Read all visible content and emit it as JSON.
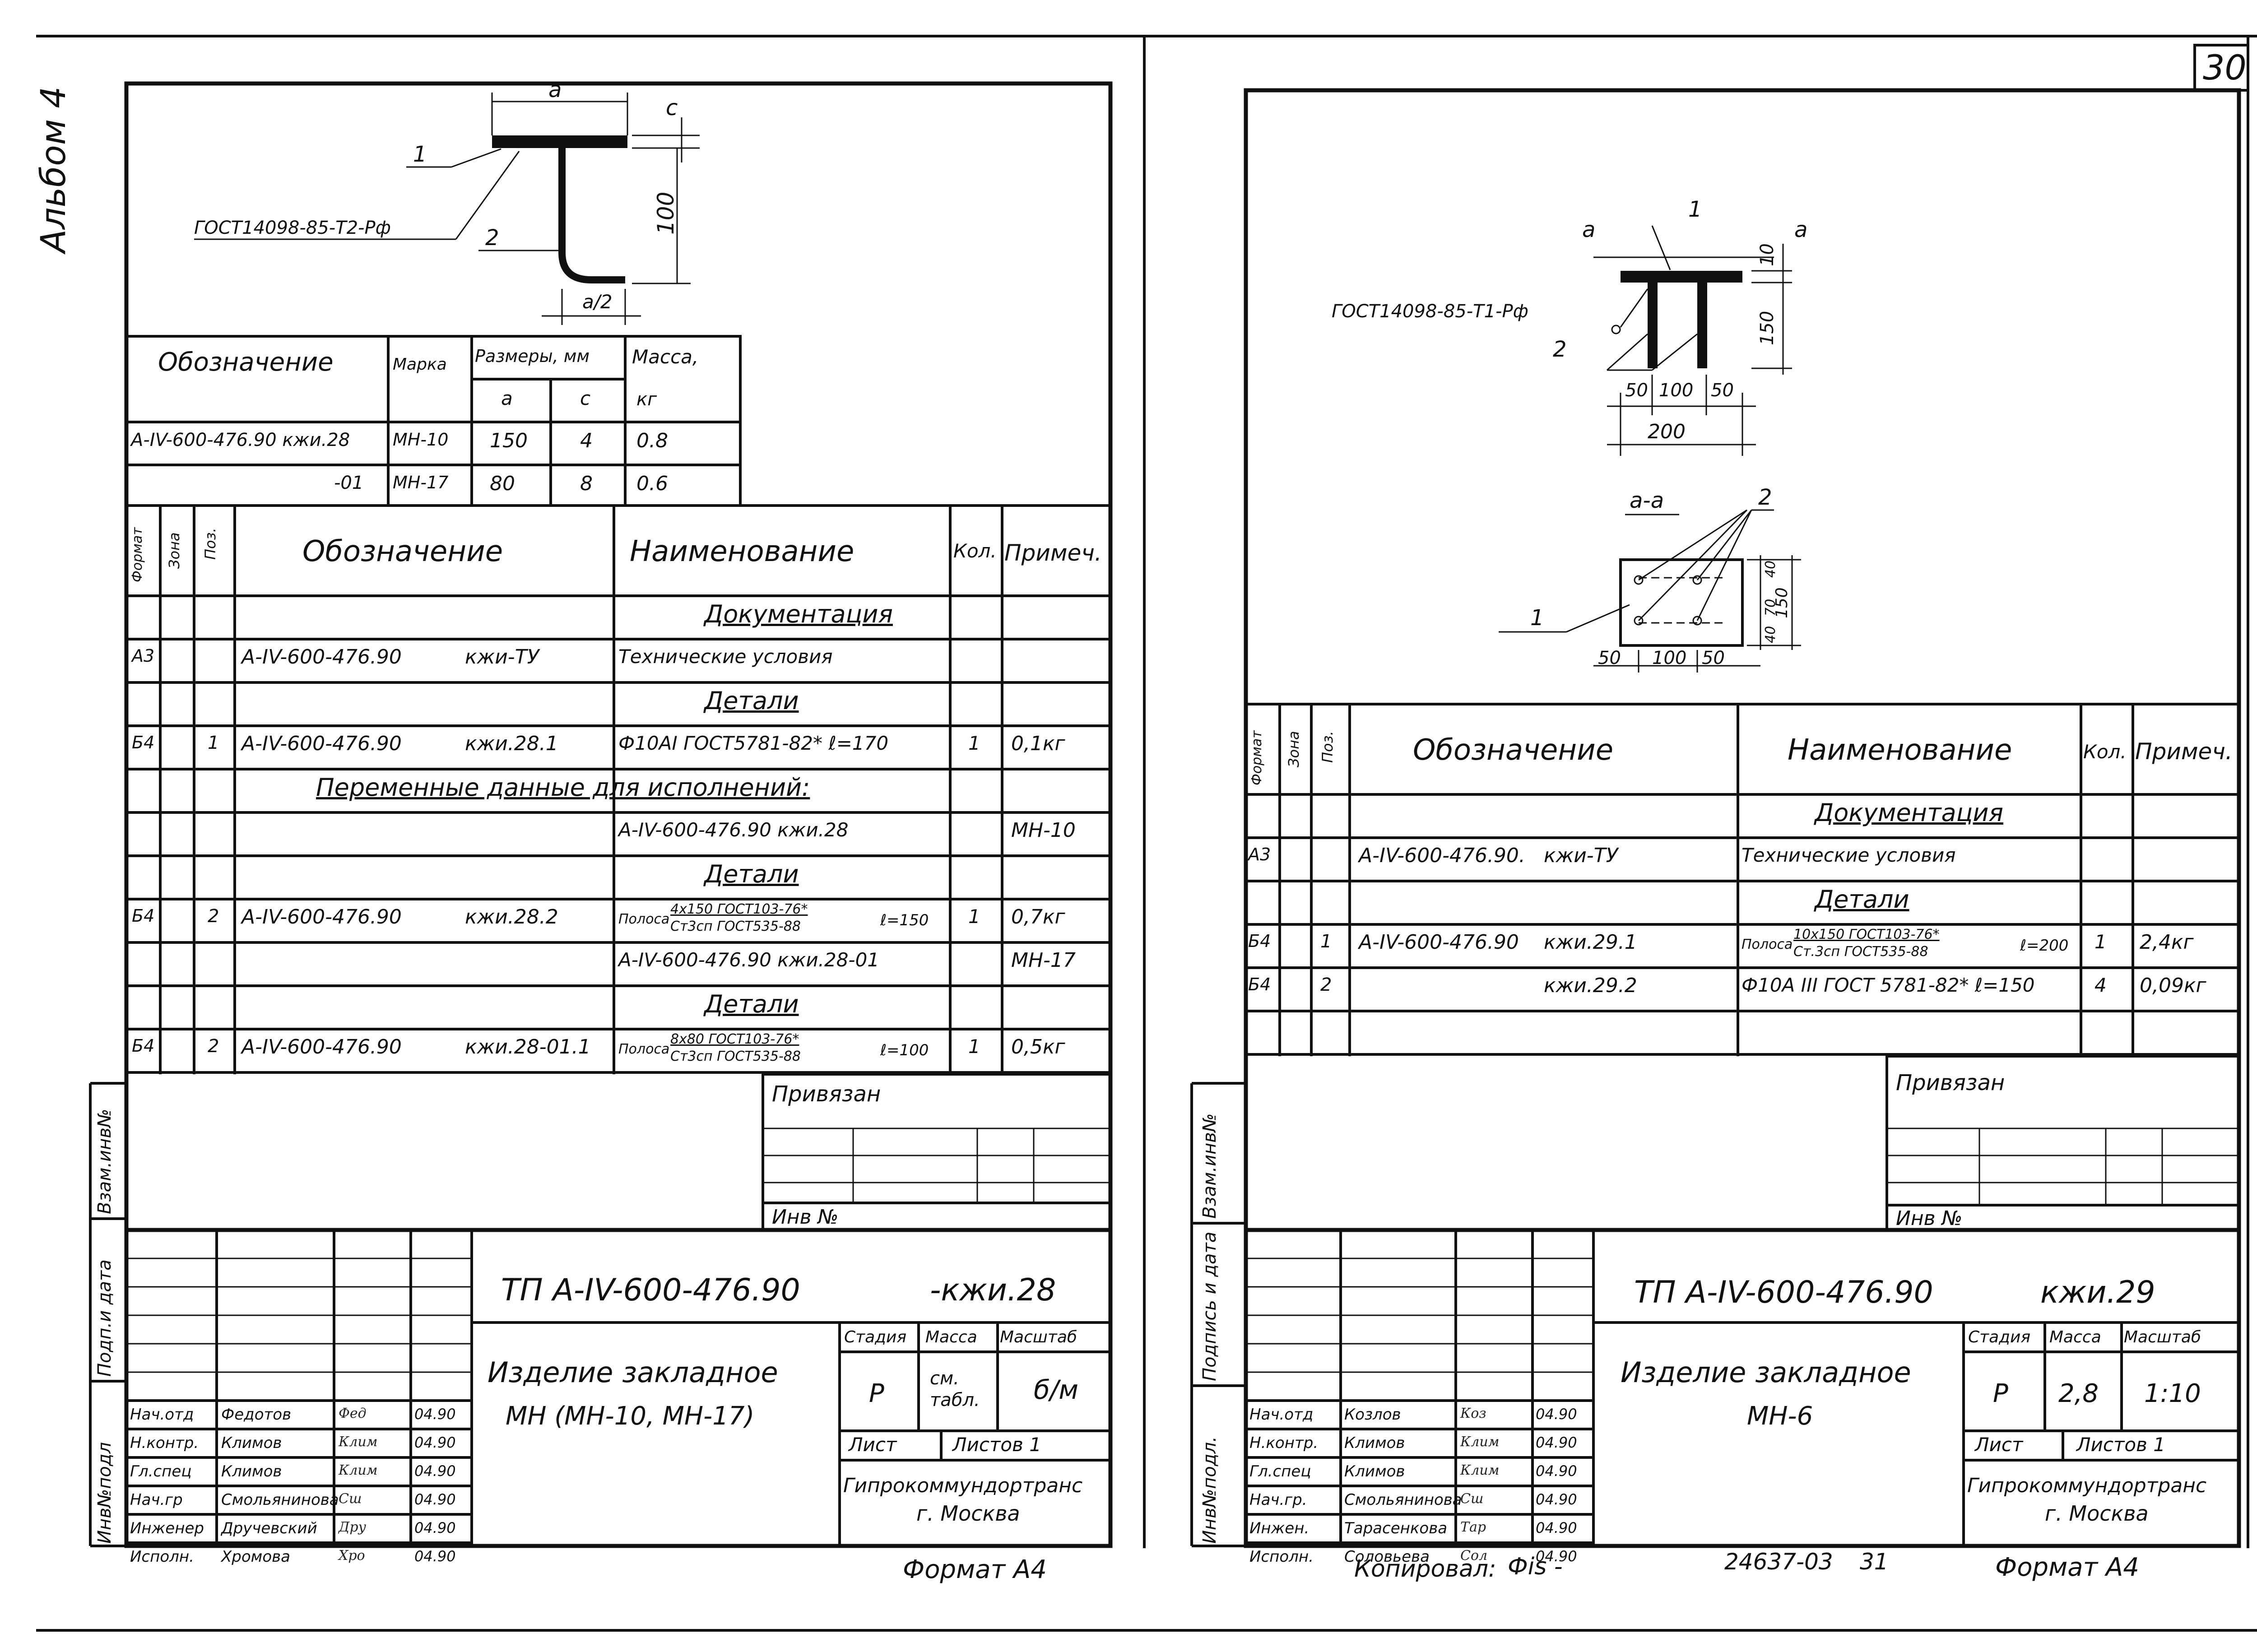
{
  "page_number": "30",
  "footer": {
    "kopiroval": "Копировал:",
    "kopiroval_sig": "Фis -",
    "serial": "24637-03",
    "serial_page": "31"
  },
  "left": {
    "album": "Альбом 4",
    "side_labels": [
      "Инв№подл",
      "Подп.и дата",
      "Взам.инв№"
    ],
    "drawing": {
      "dim_a": "a",
      "dim_c": "c",
      "dim_100": "100",
      "dim_a2": "a/2",
      "pos_1": "1",
      "pos_2": "2",
      "gost_weld": "ГОСТ14098-85-Т2-Рф"
    },
    "variant_table": {
      "h_oboz": "Обозначение",
      "h_marka": "Марка",
      "h_razmery": "Размеры, мм",
      "h_massa": "Масса,",
      "h_a": "a",
      "h_c": "c",
      "h_kg": "кг",
      "rows": [
        {
          "oboz": "А-IV-600-476.90 кжи.28",
          "marka": "МН-10",
          "a": "150",
          "c": "4",
          "massa": "0.8"
        },
        {
          "oboz": "-01",
          "marka": "МН-17",
          "a": "80",
          "c": "8",
          "massa": "0.6"
        }
      ]
    },
    "spec": {
      "h_format": "Формат",
      "h_zona": "Зона",
      "h_poz": "Поз.",
      "h_oboz": "Обозначение",
      "h_naim": "Наименование",
      "h_kol": "Кол.",
      "h_prim": "Примеч.",
      "rows": [
        {
          "f": "",
          "z": "",
          "p": "",
          "oboz": "",
          "oboz2": "",
          "naim": "Документация",
          "naim_u": true,
          "kol": "",
          "prim": ""
        },
        {
          "f": "А3",
          "z": "",
          "p": "",
          "oboz": "А-IV-600-476.90",
          "oboz2": "кжи-ТУ",
          "naim": "Технические условия",
          "kol": "",
          "prim": ""
        },
        {
          "f": "",
          "z": "",
          "p": "",
          "oboz": "",
          "oboz2": "",
          "naim": "Детали",
          "naim_u": true,
          "kol": "",
          "prim": ""
        },
        {
          "f": "Б4",
          "z": "",
          "p": "1",
          "oboz": "А-IV-600-476.90",
          "oboz2": "кжи.28.1",
          "naim": "Ф10АI ГОСТ5781-82* ℓ=170",
          "kol": "1",
          "prim": "0,1кг"
        },
        {
          "f": "",
          "z": "",
          "p": "",
          "oboz": "",
          "oboz2": "",
          "wide": "Переменные данные для исполнений:",
          "kol": "",
          "prim": ""
        },
        {
          "f": "",
          "z": "",
          "p": "",
          "oboz": "",
          "oboz2": "",
          "naim": "А-IV-600-476.90 кжи.28",
          "kol": "",
          "prim": "МН-10"
        },
        {
          "f": "",
          "z": "",
          "p": "",
          "oboz": "",
          "oboz2": "",
          "naim": "Детали",
          "naim_u": true,
          "kol": "",
          "prim": ""
        },
        {
          "f": "Б4",
          "z": "",
          "p": "2",
          "oboz": "А-IV-600-476.90",
          "oboz2": "кжи.28.2",
          "naim_pre": "Полоса",
          "naim_top": "4х150 ГОСТ103-76*",
          "naim_bot": "Ст3сп ГОСТ535-88",
          "naim_post": "ℓ=150",
          "kol": "1",
          "prim": "0,7кг"
        },
        {
          "f": "",
          "z": "",
          "p": "",
          "oboz": "",
          "oboz2": "",
          "naim": "А-IV-600-476.90 кжи.28-01",
          "kol": "",
          "prim": "МН-17"
        },
        {
          "f": "",
          "z": "",
          "p": "",
          "oboz": "",
          "oboz2": "",
          "naim": "Детали",
          "naim_u": true,
          "kol": "",
          "prim": ""
        },
        {
          "f": "Б4",
          "z": "",
          "p": "2",
          "oboz": "А-IV-600-476.90",
          "oboz2": "кжи.28-01.1",
          "naim_pre": "Полоса",
          "naim_top": "8х80 ГОСТ103-76*",
          "naim_bot": "Ст3сп ГОСТ535-88",
          "naim_post": "ℓ=100",
          "kol": "1",
          "prim": "0,5кг"
        }
      ]
    },
    "privyazan": "Привязан",
    "inv_no": "Инв №",
    "title_block": {
      "code": "ТП  А-IV-600-476.90",
      "sheet_code": "-кжи.28",
      "name1": "Изделие закладное",
      "name2": "МН (МН-10,  МН-17)",
      "h_stadiya": "Стадия",
      "h_massa": "Масса",
      "h_masshtab": "Масштаб",
      "stadiya": "Р",
      "massa": "см. табл.",
      "masshtab": "б/м",
      "list": "Лист",
      "listov": "Листов 1",
      "org1": "Гипрокоммундортранс",
      "org2": "г. Москва",
      "people": [
        {
          "role": "Нач.отд",
          "name": "Федотов",
          "sign": "Фед",
          "date": "04.90"
        },
        {
          "role": "Н.контр.",
          "name": "Климов",
          "sign": "Клим",
          "date": "04.90"
        },
        {
          "role": "Гл.спец",
          "name": "Климов",
          "sign": "Клим",
          "date": "04.90"
        },
        {
          "role": "Нач.гр",
          "name": "Смольянинова",
          "sign": "Сш",
          "date": "04.90"
        },
        {
          "role": "Инженер",
          "name": "Дручевский",
          "sign": "Дру",
          "date": "04.90"
        },
        {
          "role": "Исполн.",
          "name": "Хромова",
          "sign": "Хро",
          "date": "04.90"
        }
      ]
    },
    "format": "Формат А4"
  },
  "right": {
    "side_labels": [
      "Инв№подл.",
      "Подпись и дата",
      "Взам.инв№"
    ],
    "drawing": {
      "a": "a",
      "pos_1": "1",
      "pos_2": "2",
      "dim_10": "10",
      "dim_150": "150",
      "gost_weld": "ГОСТ14098-85-Т1-Рф",
      "dim_50a": "50",
      "dim_100": "100",
      "dim_50b": "50",
      "dim_200": "200",
      "section": "a-a",
      "sec_40a": "40",
      "sec_70": "70",
      "sec_40b": "40",
      "sec_150": "150",
      "sec_50a": "50",
      "sec_100": "100",
      "sec_50b": "50"
    },
    "spec": {
      "h_format": "Формат",
      "h_zona": "Зона",
      "h_poz": "Поз.",
      "h_oboz": "Обозначение",
      "h_naim": "Наименование",
      "h_kol": "Кол.",
      "h_prim": "Примеч.",
      "rows": [
        {
          "f": "",
          "p": "",
          "oboz": "",
          "oboz2": "",
          "naim": "Документация",
          "naim_u": true,
          "kol": "",
          "prim": ""
        },
        {
          "f": "А3",
          "p": "",
          "oboz": "А-IV-600-476.90.",
          "oboz2": "кжи-ТУ",
          "naim": "Технические условия",
          "kol": "",
          "prim": ""
        },
        {
          "f": "",
          "p": "",
          "oboz": "",
          "oboz2": "",
          "naim": "Детали",
          "naim_u": true,
          "kol": "",
          "prim": ""
        },
        {
          "f": "Б4",
          "p": "1",
          "oboz": "А-IV-600-476.90",
          "oboz2": "кжи.29.1",
          "naim_pre": "Полоса",
          "naim_top": "10х150 ГОСТ103-76*",
          "naim_bot": "Ст.3сп ГОСТ535-88",
          "naim_post": "ℓ=200",
          "kol": "1",
          "prim": "2,4кг"
        },
        {
          "f": "Б4",
          "p": "2",
          "oboz": "",
          "oboz2": "кжи.29.2",
          "naim": "Ф10А III ГОСТ 5781-82* ℓ=150",
          "kol": "4",
          "prim": "0,09кг"
        },
        {
          "f": "",
          "p": "",
          "oboz": "",
          "oboz2": "",
          "naim": "",
          "kol": "",
          "prim": ""
        }
      ]
    },
    "privyazan": "Привязан",
    "inv_no": "Инв №",
    "title_block": {
      "code": "ТП  А-IV-600-476.90",
      "sheet_code": "кжи.29",
      "name1": "Изделие закладное",
      "name2": "МН-6",
      "h_stadiya": "Стадия",
      "h_massa": "Масса",
      "h_masshtab": "Масштаб",
      "stadiya": "Р",
      "massa": "2,8",
      "masshtab": "1:10",
      "list": "Лист",
      "listov": "Листов 1",
      "org1": "Гипрокоммундортранс",
      "org2": "г. Москва",
      "people": [
        {
          "role": "Нач.отд",
          "name": "Козлов",
          "sign": "Коз",
          "date": "04.90"
        },
        {
          "role": "Н.контр.",
          "name": "Климов",
          "sign": "Клим",
          "date": "04.90"
        },
        {
          "role": "Гл.спец",
          "name": "Климов",
          "sign": "Клим",
          "date": "04.90"
        },
        {
          "role": "Нач.гр.",
          "name": "Смольянинова",
          "sign": "Сш",
          "date": "04.90"
        },
        {
          "role": "Инжен.",
          "name": "Тарасенкова",
          "sign": "Тар",
          "date": "04.90"
        },
        {
          "role": "Исполн.",
          "name": "Соловьева",
          "sign": "Сол",
          "date": "04.90"
        }
      ]
    },
    "format": "Формат А4"
  }
}
